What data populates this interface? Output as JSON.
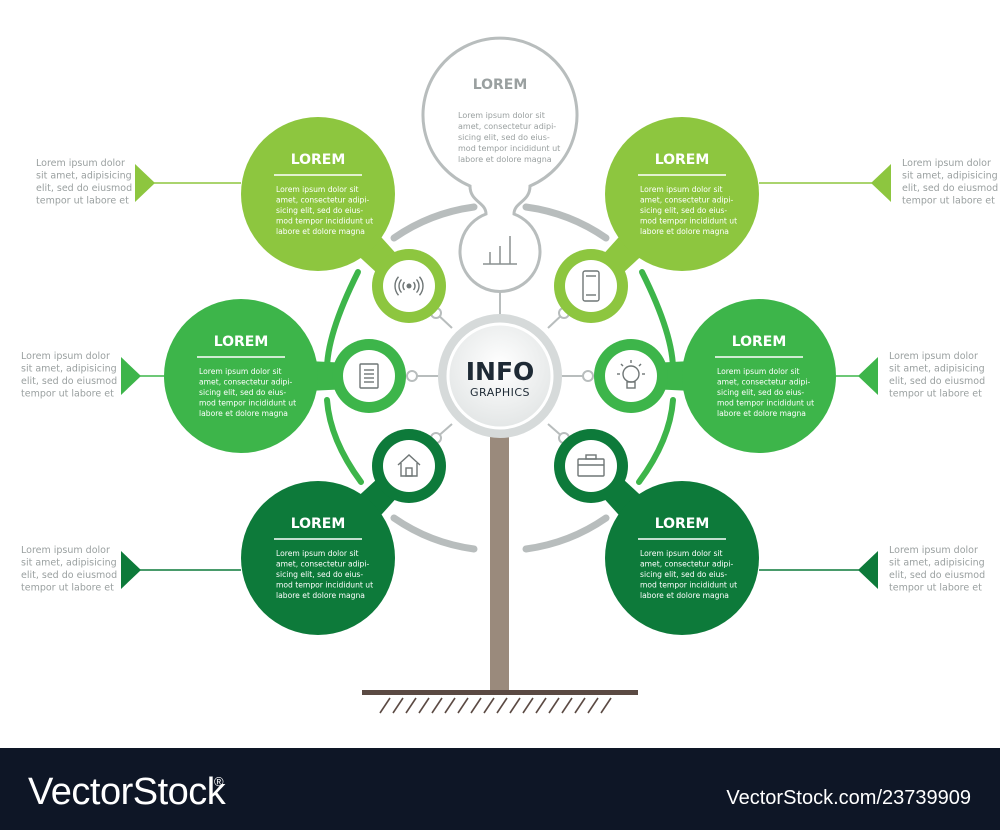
{
  "center": {
    "title": "INFO",
    "subtitle": "GRAPHICS"
  },
  "top_node": {
    "title": "LOREM",
    "body": [
      "Lorem ipsum dolor sit",
      "amet, consectetur adipi-",
      "sicing elit, sed do eius-",
      "mod tempor incididunt ut",
      "labore et dolore magna"
    ],
    "icon": "bar-chart-icon"
  },
  "nodes": [
    {
      "id": "top-left",
      "title": "LOREM",
      "color": "#8dc63f",
      "icon": "wifi-signal-icon",
      "body": [
        "Lorem ipsum dolor sit",
        "amet, consectetur adipi-",
        "sicing elit, sed do eius-",
        "mod tempor incididunt ut",
        "labore et dolore magna"
      ],
      "side": [
        "Lorem ipsum dolor",
        "sit amet, adipisicing",
        "elit, sed do eiusmod",
        "tempor ut labore et"
      ]
    },
    {
      "id": "mid-left",
      "title": "LOREM",
      "color": "#3db54a",
      "icon": "document-icon",
      "body": [
        "Lorem ipsum dolor sit",
        "amet, consectetur adipi-",
        "sicing elit, sed do eius-",
        "mod tempor incididunt ut",
        "labore et dolore magna"
      ],
      "side": [
        "Lorem ipsum dolor",
        "sit amet, adipisicing",
        "elit, sed do eiusmod",
        "tempor ut labore et"
      ]
    },
    {
      "id": "bot-left",
      "title": "LOREM",
      "color": "#0d7a3a",
      "icon": "house-icon",
      "body": [
        "Lorem ipsum dolor sit",
        "amet, consectetur adipi-",
        "sicing elit, sed do eius-",
        "mod tempor incididunt ut",
        "labore et dolore magna"
      ],
      "side": [
        "Lorem ipsum dolor",
        "sit amet, adipisicing",
        "elit, sed do eiusmod",
        "tempor ut labore et"
      ]
    },
    {
      "id": "top-right",
      "title": "LOREM",
      "color": "#8dc63f",
      "icon": "smartphone-icon",
      "body": [
        "Lorem ipsum dolor sit",
        "amet, consectetur adipi-",
        "sicing elit, sed do eius-",
        "mod tempor incididunt ut",
        "labore et dolore magna"
      ],
      "side": [
        "Lorem ipsum dolor",
        "sit amet, adipisicing",
        "elit, sed do eiusmod",
        "tempor ut labore et"
      ]
    },
    {
      "id": "mid-right",
      "title": "LOREM",
      "color": "#3db54a",
      "icon": "light-bulb-icon",
      "body": [
        "Lorem ipsum dolor sit",
        "amet, consectetur adipi-",
        "sicing elit, sed do eius-",
        "mod tempor incididunt ut",
        "labore et dolore magna"
      ],
      "side": [
        "Lorem ipsum dolor",
        "sit amet, adipisicing",
        "elit, sed do eiusmod",
        "tempor ut labore et"
      ]
    },
    {
      "id": "bot-right",
      "title": "LOREM",
      "color": "#0d7a3a",
      "icon": "briefcase-icon",
      "body": [
        "Lorem ipsum dolor sit",
        "amet, consectetur adipi-",
        "sicing elit, sed do eius-",
        "mod tempor incididunt ut",
        "labore et dolore magna"
      ],
      "side": [
        "Lorem ipsum dolor",
        "sit amet, adipisicing",
        "elit, sed do eiusmod",
        "tempor ut labore et"
      ]
    }
  ],
  "colors": {
    "trunk": "#9a8a7c",
    "ground": "#5b4a43",
    "gray_line": "#b8bdbd",
    "footer_bg": "#0e1626"
  },
  "footer": {
    "brand": "VectorStock",
    "reg": "®",
    "site": "VectorStock.com/23739909"
  }
}
